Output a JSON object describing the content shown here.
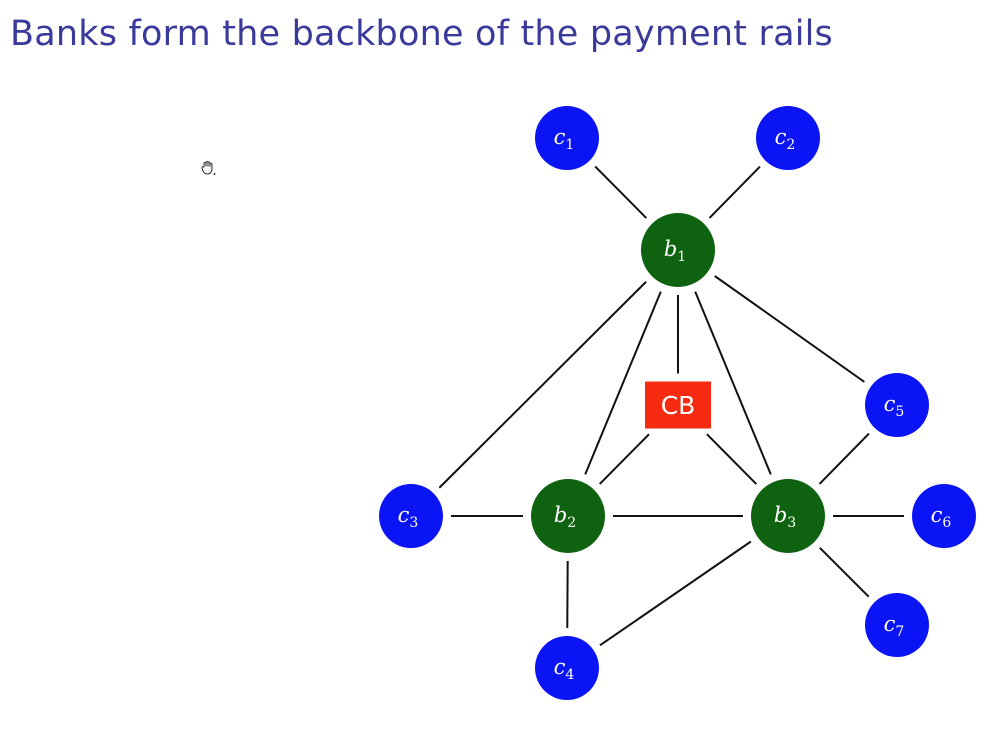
{
  "slide": {
    "title": "Banks form the backbone of the payment rails"
  },
  "colors": {
    "title": "#3a3a9c",
    "customer": "#0a14f5",
    "bank": "#0f620f",
    "central_bank": "#f52a0f",
    "edge": "#111111"
  },
  "cursor": {
    "icon": "hand-grab-icon"
  },
  "diagram": {
    "nodes": [
      {
        "id": "c1",
        "kind": "customer",
        "base": "c",
        "sub": "1"
      },
      {
        "id": "c2",
        "kind": "customer",
        "base": "c",
        "sub": "2"
      },
      {
        "id": "b1",
        "kind": "bank",
        "base": "b",
        "sub": "1"
      },
      {
        "id": "CB",
        "kind": "central_bank",
        "label": "CB"
      },
      {
        "id": "c5",
        "kind": "customer",
        "base": "c",
        "sub": "5"
      },
      {
        "id": "c3",
        "kind": "customer",
        "base": "c",
        "sub": "3"
      },
      {
        "id": "b2",
        "kind": "bank",
        "base": "b",
        "sub": "2"
      },
      {
        "id": "b3",
        "kind": "bank",
        "base": "b",
        "sub": "3"
      },
      {
        "id": "c6",
        "kind": "customer",
        "base": "c",
        "sub": "6"
      },
      {
        "id": "c7",
        "kind": "customer",
        "base": "c",
        "sub": "7"
      },
      {
        "id": "c4",
        "kind": "customer",
        "base": "c",
        "sub": "4"
      }
    ],
    "edges": [
      [
        "c1",
        "b1"
      ],
      [
        "c2",
        "b1"
      ],
      [
        "b1",
        "CB"
      ],
      [
        "b1",
        "b2"
      ],
      [
        "b1",
        "b3"
      ],
      [
        "b1",
        "c3"
      ],
      [
        "b1",
        "c5"
      ],
      [
        "CB",
        "b2"
      ],
      [
        "CB",
        "b3"
      ],
      [
        "c3",
        "b2"
      ],
      [
        "b2",
        "b3"
      ],
      [
        "b2",
        "c4"
      ],
      [
        "b3",
        "c4"
      ],
      [
        "b3",
        "c5"
      ],
      [
        "b3",
        "c6"
      ],
      [
        "b3",
        "c7"
      ]
    ]
  }
}
